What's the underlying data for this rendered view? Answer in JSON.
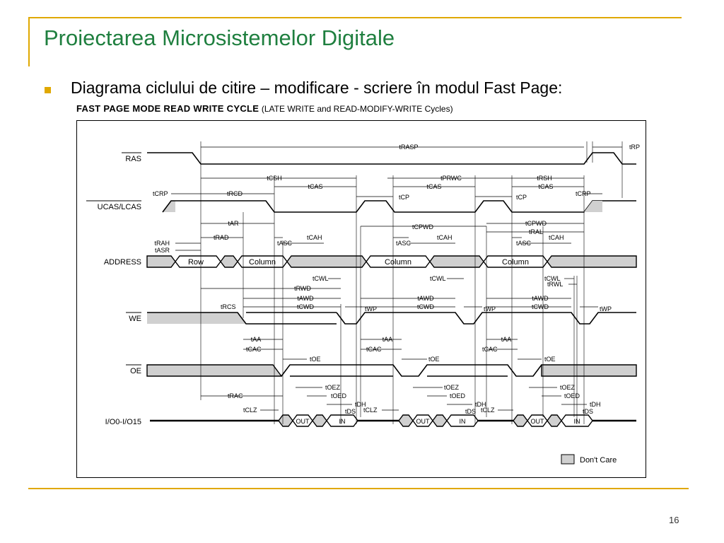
{
  "slide": {
    "title": "Proiectarea Microsistemelor Digitale",
    "bullet": "Diagrama ciclului de citire – modificare - scriere în modul Fast Page:",
    "figure_caption_bold": "FAST PAGE MODE READ WRITE CYCLE",
    "figure_caption_rest": "(LATE WRITE and READ-MODIFY-WRITE Cycles)",
    "page_number": "16"
  },
  "diagram": {
    "signals": {
      "ras": "RAS",
      "ucas": "UCAS/LCAS",
      "address": "ADDRESS",
      "we": "WE",
      "oe": "OE",
      "io": "I/O0-I/O15"
    },
    "bus_labels": {
      "row": "Row",
      "column": "Column",
      "out": "OUT",
      "in": "IN"
    },
    "legend": "Don't Care",
    "timing": {
      "trasp": "tRASP",
      "trp": "tRP",
      "tcsh": "tCSH",
      "tprwc": "tPRWC",
      "trsh": "tRSH",
      "tcas": "tCAS",
      "tcrp": "tCRP",
      "trcd": "tRCD",
      "tcp": "tCP",
      "tcpwd": "tCPWD",
      "tral": "tRAL",
      "tar": "tAR",
      "trad": "tRAD",
      "trah": "tRAH",
      "tasr": "tASR",
      "tasc": "tASC",
      "tcah": "tCAH",
      "tcwl": "tCWL",
      "trwl": "tRWL",
      "trwd": "tRWD",
      "tawd": "tAWD",
      "trcs": "tRCS",
      "tcwd": "tCWD",
      "twp": "tWP",
      "taa": "tAA",
      "tcac": "tCAC",
      "toe": "tOE",
      "trac": "tRAC",
      "toez": "tOEZ",
      "toed": "tOED",
      "tdh": "tDH",
      "tds": "tDS",
      "tclz": "tCLZ"
    },
    "colors": {
      "dont_care_fill": "#d0d0d0",
      "line": "#000000"
    }
  }
}
